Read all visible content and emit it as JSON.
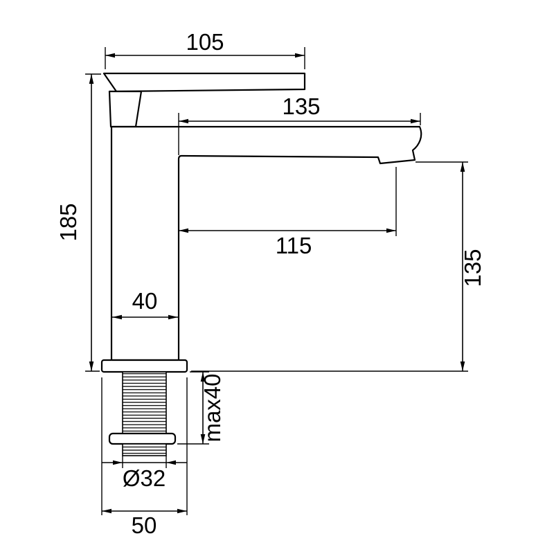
{
  "drawing": {
    "type": "technical-dimension-drawing",
    "subject": "basin-mixer-tap-side-view",
    "background_color": "#ffffff",
    "line_color": "#000000",
    "dimensions": {
      "handle_length": "105",
      "spout_length": "135",
      "total_height": "185",
      "spout_reach": "115",
      "spout_height": "135",
      "body_width": "40",
      "mounting_max": "max40",
      "thread_diameter": "Ø32",
      "base_width": "50"
    }
  }
}
